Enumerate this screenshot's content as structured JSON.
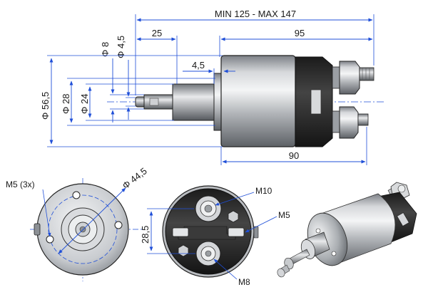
{
  "colors": {
    "dimension_line": "#1f4fd8",
    "outline": "#222222",
    "body_metal": "#b9bcc0",
    "cap_dark": "#2a2a2a"
  },
  "dimensions": {
    "overall_length": "MIN 125 - MAX 147",
    "body_length": "95",
    "plunger_length": "25",
    "dia_8": "Φ 8",
    "dia_4_5": "Φ 4,5",
    "step_4_5": "4,5",
    "dia_56_5": "Φ 56,5",
    "dia_28": "Φ 28",
    "dia_24": "Φ 24",
    "housing_length": "90",
    "bolt_circle": "Φ 44,5",
    "terminal_spacing": "28,5"
  },
  "labels": {
    "mounting_threads": "M5 (3x)",
    "terminal_large": "M10",
    "terminal_small": "M5",
    "terminal_medium": "M8"
  },
  "icons": {
    "front_view": "solenoid-front-view",
    "rear_view": "solenoid-rear-terminal-view",
    "iso_view": "solenoid-isometric-render"
  }
}
